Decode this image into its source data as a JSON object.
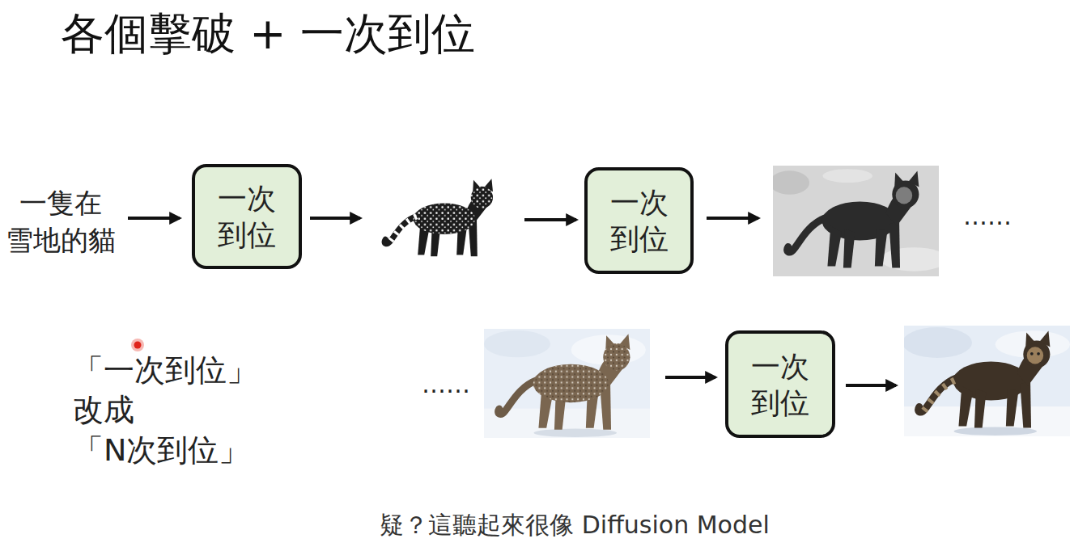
{
  "diagram": {
    "title": "各個擊破 + 一次到位",
    "caption": "疑？這聽起來很像 Diffusion Model",
    "nodes": [
      {
        "text": [
          "一次 到位"
        ]
      },
      {
        "text": [
          "一次 到位"
        ]
      },
      {
        "text": [
          "一次 到位"
        ]
      }
    ],
    "labels": [
      "一隻在 雪地的貓",
      "……",
      "「一次到位」改成 「N次到位」",
      "……"
    ]
  }
}
